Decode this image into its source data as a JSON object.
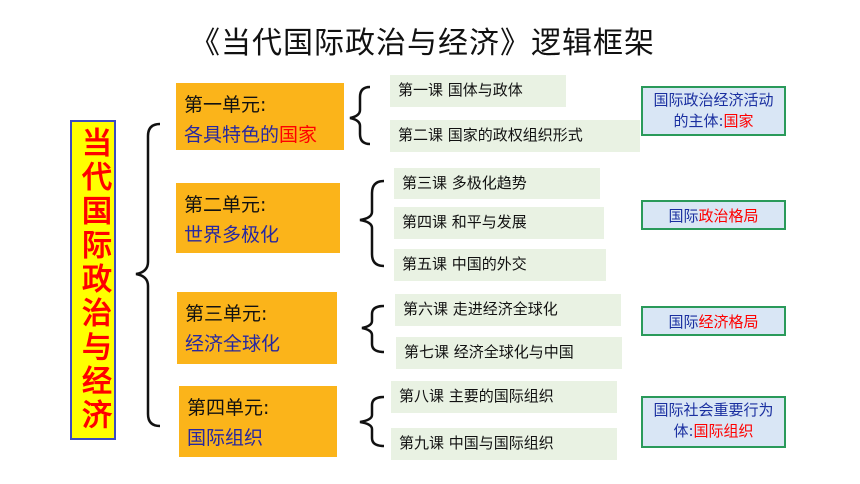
{
  "title": "《当代国际政治与经济》逻辑框架",
  "root_label": "当代国际政治与经济",
  "units": [
    {
      "num": "第一单元:",
      "name_pre": "各具特色的",
      "name_hl": "国家",
      "name_post": ""
    },
    {
      "num": "第二单元:",
      "name_pre": "世界多极化",
      "name_hl": "",
      "name_post": ""
    },
    {
      "num": "第三单元:",
      "name_pre": "经济全球化",
      "name_hl": "",
      "name_post": ""
    },
    {
      "num": "第四单元:",
      "name_pre": "国际组织",
      "name_hl": "",
      "name_post": ""
    }
  ],
  "lessons": [
    "第一课  国体与政体",
    "第二课  国家的政权组织形式",
    "第三课  多极化趋势",
    "第四课  和平与发展",
    "第五课  中国的外交",
    "第六课  走进经济全球化",
    "第七课  经济全球化与中国",
    "第八课  主要的国际组织",
    "第九课  中国与国际组织"
  ],
  "notes": [
    {
      "pre": "国际政治经济活动的主体:",
      "red": "国家",
      "post": ""
    },
    {
      "pre": "国际",
      "red": "政治格局",
      "post": ""
    },
    {
      "pre": "国际",
      "red": "经济格局",
      "post": ""
    },
    {
      "pre": "国际社会重要行为体:",
      "red": "国际组织",
      "post": ""
    }
  ],
  "colors": {
    "unit_bg": "#fbb41a",
    "lesson_bg": "#e9f2e3",
    "note_bg": "#d9e6f5",
    "note_border": "#2a9a5a",
    "root_bg": "#ffff00",
    "root_text": "#ff0000",
    "highlight": "#ff0000",
    "unit_name_text": "#2828a0"
  }
}
